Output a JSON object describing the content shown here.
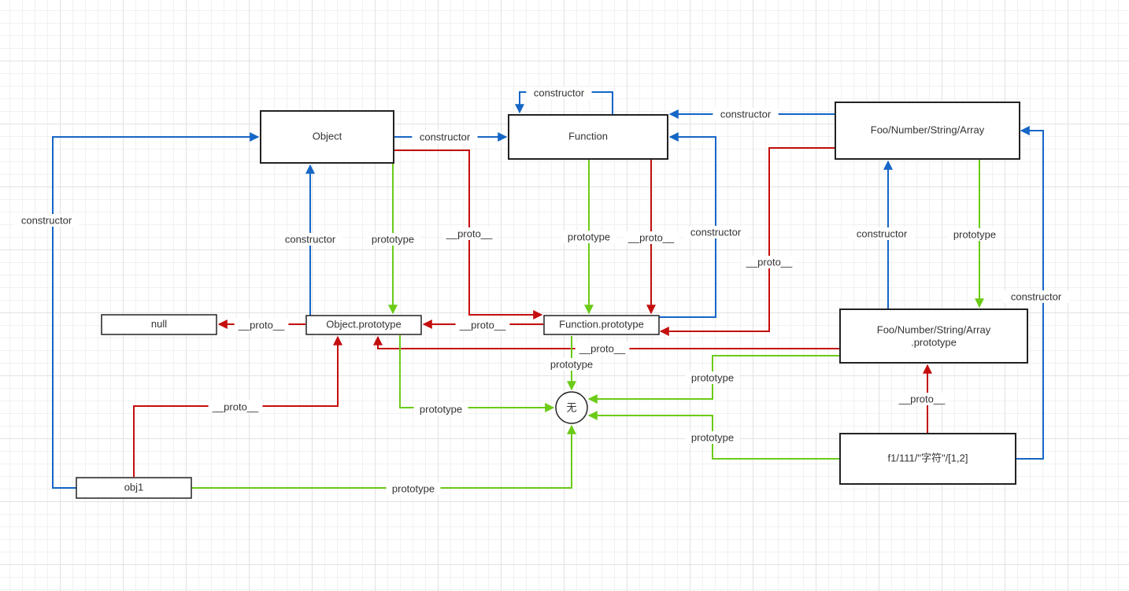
{
  "colors": {
    "constructor": "#1566c6",
    "proto": "#c40e0e",
    "prototype": "#6bcb16"
  },
  "nodes": {
    "object": "Object",
    "function": "Function",
    "foo": "Foo/Number/String/Array",
    "null": "null",
    "object_prototype": "Object.prototype",
    "function_prototype": "Function.prototype",
    "foo_prototype_line1": "Foo/Number/String/Array",
    "foo_prototype_line2": ".prototype",
    "none": "无",
    "obj1": "obj1",
    "f1": "f1/111/\"字符\"/[1,2]"
  },
  "labels": {
    "constructor": "constructor",
    "proto": "__proto__",
    "prototype": "prototype"
  }
}
